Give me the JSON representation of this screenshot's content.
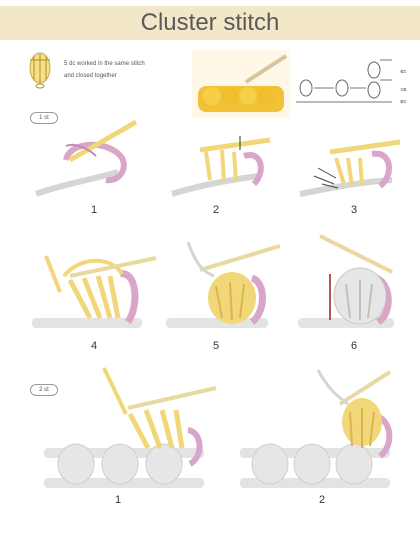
{
  "title": "Cluster stitch",
  "legend": {
    "line1": "5 dc worked in the same stitch",
    "line2": "and closed together"
  },
  "row_tags": [
    "1 st",
    "2 st"
  ],
  "steps_row1": [
    "1",
    "2",
    "3"
  ],
  "steps_row2": [
    "4",
    "5",
    "6"
  ],
  "steps_row3": [
    "1",
    "2"
  ],
  "colors": {
    "title_band": "#f3e7c9",
    "yarn_yellow": "#f2d77a",
    "yarn_pink": "#d9a6c9",
    "yarn_grey": "#dcdcdc",
    "hook": "#e8d9a0"
  }
}
